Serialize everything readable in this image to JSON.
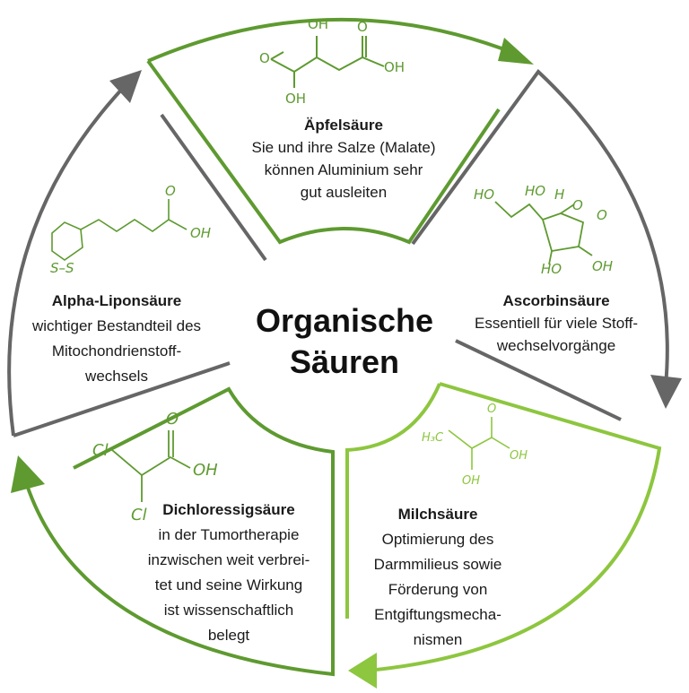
{
  "center": {
    "line1": "Organische",
    "line2": "Säuren"
  },
  "segments": [
    {
      "title": "Äpfelsäure",
      "lines": [
        "Sie und ihre Salze (Malate)",
        "können Aluminium sehr",
        "gut ausleiten"
      ]
    },
    {
      "title": "Ascorbinsäure",
      "lines": [
        "Essentiell für viele Stoff-",
        "wechselvorgänge"
      ]
    },
    {
      "title": "Milchsäure",
      "lines": [
        "Optimierung des",
        "Darmmilieus sowie",
        "Förderung von",
        "Entgiftungsmecha-",
        "nismen"
      ]
    },
    {
      "title": "Dichloressigsäure",
      "lines": [
        "in der Tumortherapie",
        "inzwischen weit verbrei-",
        "tet und seine Wirkung",
        "ist wissenschaftlich",
        "belegt"
      ]
    },
    {
      "title": "Alpha-Liponsäure",
      "lines": [
        "wichtiger Bestandteil des",
        "Mitochondrienstoff-",
        "wechsels"
      ]
    }
  ],
  "colors": {
    "green": "#5e9a30",
    "light_green": "#8dc63f",
    "gray": "#666666"
  }
}
